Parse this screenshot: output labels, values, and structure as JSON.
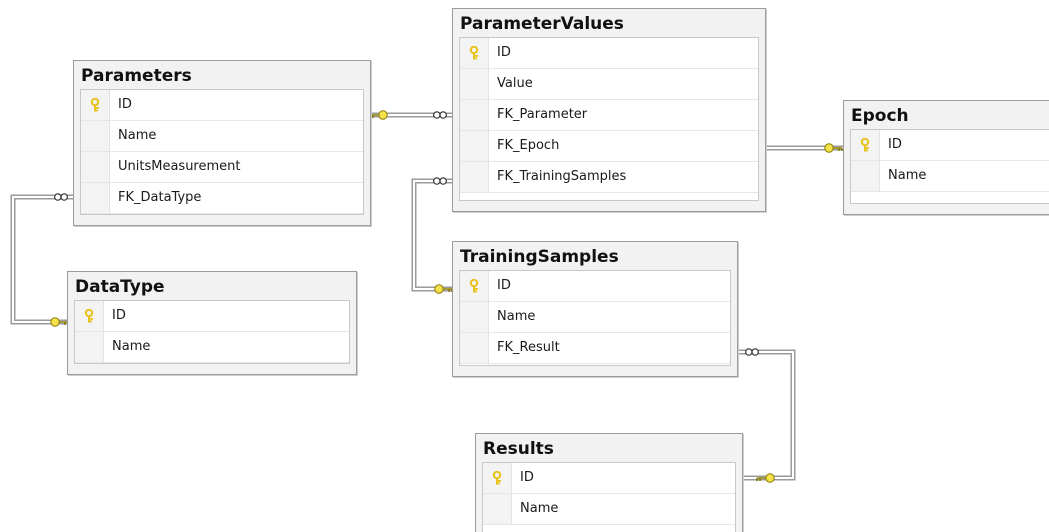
{
  "tables": {
    "parameters": {
      "title": "Parameters",
      "fields": [
        "ID",
        "Name",
        "UnitsMeasurement",
        "FK_DataType"
      ]
    },
    "parameter_values": {
      "title": "ParameterValues",
      "fields": [
        "ID",
        "Value",
        "FK_Parameter",
        "FK_Epoch",
        "FK_TrainingSamples"
      ]
    },
    "epoch": {
      "title": "Epoch",
      "fields": [
        "ID",
        "Name"
      ]
    },
    "data_type": {
      "title": "DataType",
      "fields": [
        "ID",
        "Name"
      ]
    },
    "training_samples": {
      "title": "TrainingSamples",
      "fields": [
        "ID",
        "Name",
        "FK_Result"
      ]
    },
    "results": {
      "title": "Results",
      "fields": [
        "ID",
        "Name"
      ]
    }
  },
  "colors": {
    "key_icon": "#e7c21b",
    "key_end": "#f3e24a",
    "link_line": "#9a9a9a",
    "table_header": "#f2f2f2",
    "table_border": "#9b9b9b"
  }
}
